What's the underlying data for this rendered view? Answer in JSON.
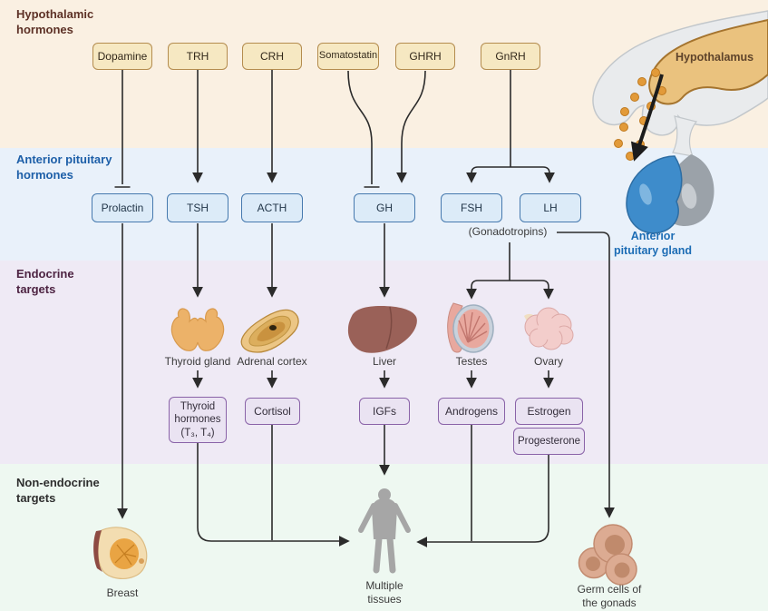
{
  "sections": {
    "hypothalamic": "Hypothalamic\nhormones",
    "anterior_pituitary": "Anterior pituitary\nhormones",
    "endocrine": "Endocrine\ntargets",
    "non_endocrine": "Non-endocrine\ntargets"
  },
  "hypothalamic_hormones": [
    "Dopamine",
    "TRH",
    "CRH",
    "Somatostatin",
    "GHRH",
    "GnRH"
  ],
  "anterior_pituitary_hormones": [
    "Prolactin",
    "TSH",
    "ACTH",
    "GH",
    "FSH",
    "LH"
  ],
  "gonadotropins_note": "(Gonadotropins)",
  "endocrine_organs": [
    "Thyroid gland",
    "Adrenal cortex",
    "Liver",
    "Testes",
    "Ovary"
  ],
  "target_hormones": [
    "Thyroid hormones (T₃, T₄)",
    "Cortisol",
    "IGFs",
    "Androgens",
    "Estrogen",
    "Progesterone"
  ],
  "non_endocrine_targets": {
    "breast": "Breast",
    "multiple_tissues": "Multiple\ntissues",
    "germ_cells": "Germ cells of\nthe gonads"
  },
  "illustration": {
    "hypothalamus": "Hypothalamus",
    "anterior_pituitary_gland": "Anterior\npituitary gland"
  },
  "colors": {
    "band_hypothalamic": "#faf0e2",
    "band_pituitary": "#e9f1fa",
    "band_endocrine": "#efeaf5",
    "band_non_endocrine": "#eef8f1",
    "label_hypothalamic": "#5d3126",
    "label_pituitary": "#1d5fa8",
    "label_endocrine": "#4d2342",
    "label_non_endocrine": "#2e2e2e",
    "box_tan_fill": "#f6e8c2",
    "box_tan_border": "#b48c4e",
    "box_blue_fill": "#dcebf8",
    "box_blue_border": "#4679ae",
    "box_purple_fill": "#eae3f2",
    "box_purple_border": "#8a63a8",
    "line": "#2b2b2b"
  }
}
